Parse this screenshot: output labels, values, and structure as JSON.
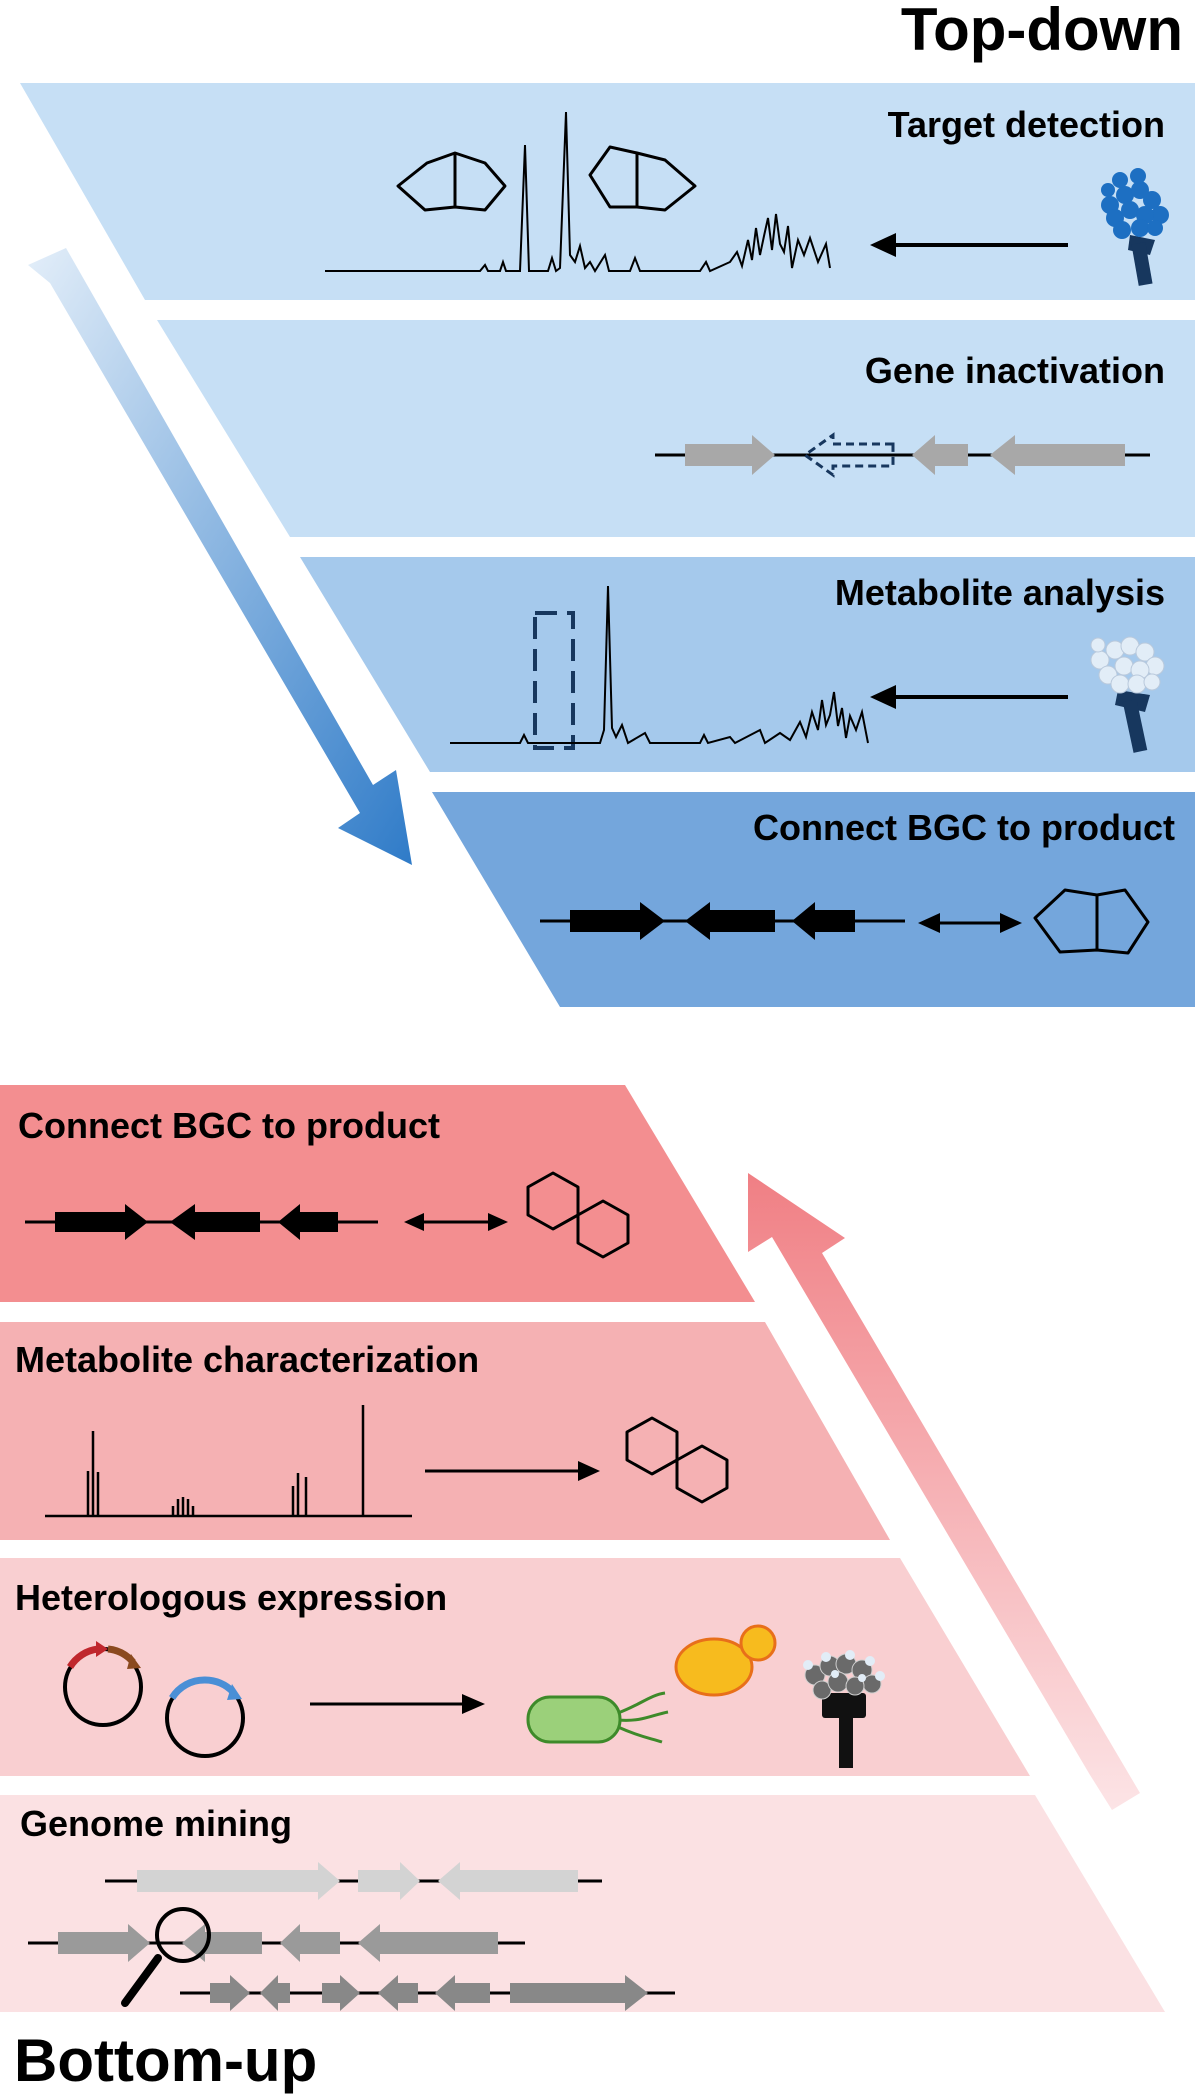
{
  "headings": {
    "top": "Top-down",
    "bottom": "Bottom-up"
  },
  "top_down": {
    "steps": [
      {
        "label": "Target detection",
        "color": "#c6dff5"
      },
      {
        "label": "Gene inactivation",
        "color": "#c6dff5"
      },
      {
        "label": "Metabolite analysis",
        "color": "#a5c9ec"
      },
      {
        "label": "Connect BGC to product",
        "color": "#74a6dc"
      }
    ]
  },
  "bottom_up": {
    "steps": [
      {
        "label": "Connect BGC to product",
        "color": "#f38e90"
      },
      {
        "label": "Metabolite characterization",
        "color": "#f5b1b3"
      },
      {
        "label": "Heterologous expression",
        "color": "#f9cfd1"
      },
      {
        "label": "Genome mining",
        "color": "#fbe1e3"
      }
    ]
  },
  "colors": {
    "strain_wild": "#1d6fc2",
    "strain_mutant": "#e2edf7",
    "strain_heterologous": "#4f4f4f",
    "ecoli": "#9bd07a",
    "yeast": "#f7bb1e",
    "gene_gray": "#a8a8a8"
  },
  "icons": [
    "bicyclic-molecule-icon",
    "wild-type-strain-icon",
    "mutant-strain-icon",
    "naphthalene-molecule-icon",
    "plasmid-icon",
    "ecoli-icon",
    "yeast-icon",
    "streptomyces-icon",
    "magnifier-icon"
  ]
}
